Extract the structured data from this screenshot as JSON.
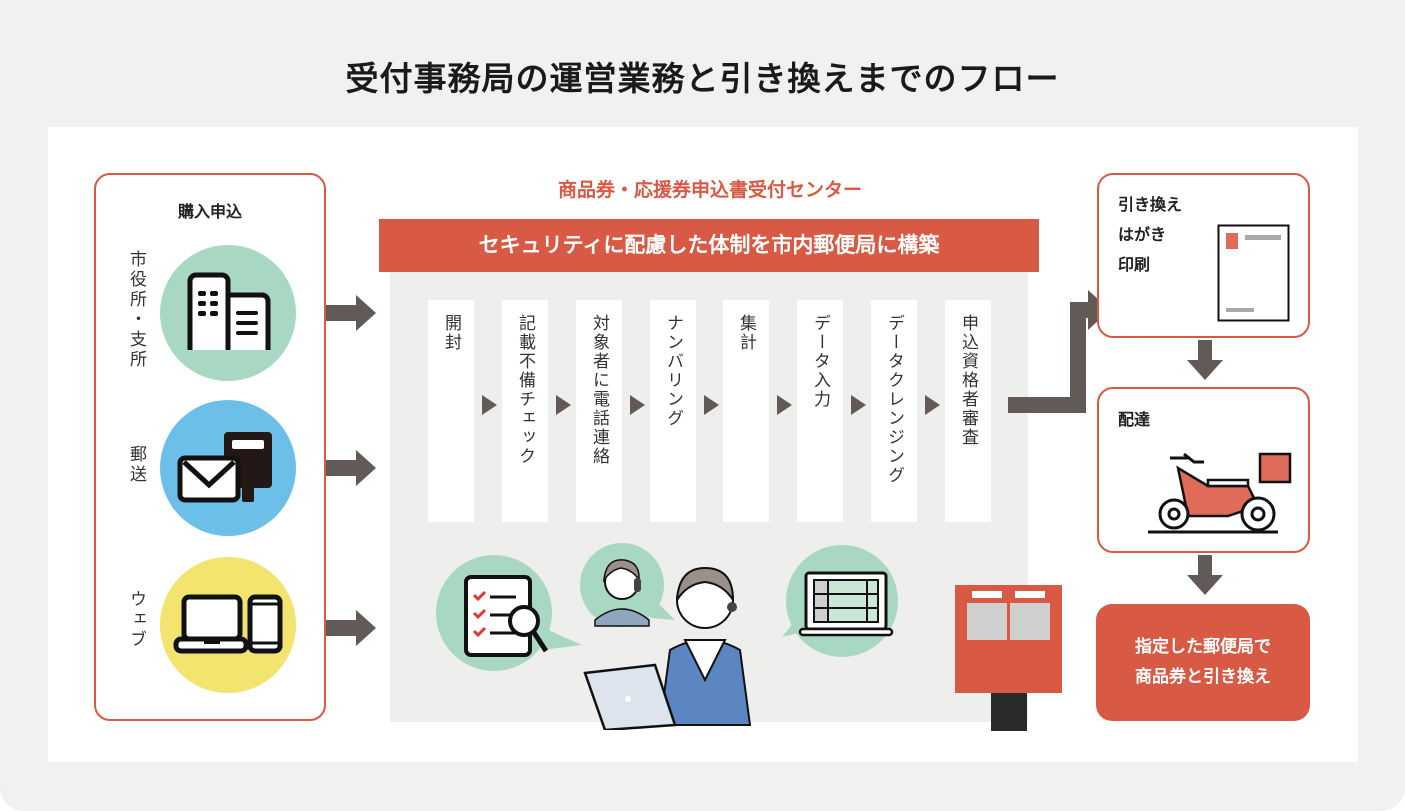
{
  "title": "受付事務局の運営業務と引き換えまでのフロー",
  "purchase": {
    "heading": "購入申込",
    "channels": [
      {
        "label": "市役所・支所",
        "icon": "building-icon",
        "color": "#a8d8c2"
      },
      {
        "label": "郵送",
        "icon": "mail-icon",
        "color": "#6bbfe8"
      },
      {
        "label": "ウェブ",
        "icon": "laptop-phone-icon",
        "color": "#f3e36f"
      }
    ]
  },
  "center": {
    "heading": "商品券・応援券申込書受付センター",
    "banner": "セキュリティに配慮した体制を市内郵便局に構築",
    "steps": [
      "開封",
      "記載不備チェック",
      "対象者に電話連絡",
      "ナンバリング",
      "集計",
      "データ入力",
      "データクレンジング",
      "申込資格者審査"
    ]
  },
  "right": {
    "print": "引き換え\nはがき\n印刷",
    "print_lines": [
      "引き換え",
      "はがき",
      "印刷"
    ],
    "delivery": "配達",
    "final_lines": [
      "指定した郵便局で",
      "商品券と引き換え"
    ]
  },
  "colors": {
    "accent": "#d85a44",
    "arrow": "#625a57",
    "bubble": "#a8d8c2",
    "panel_gray": "#eeeeec",
    "page_bg": "#f1f1f1"
  }
}
